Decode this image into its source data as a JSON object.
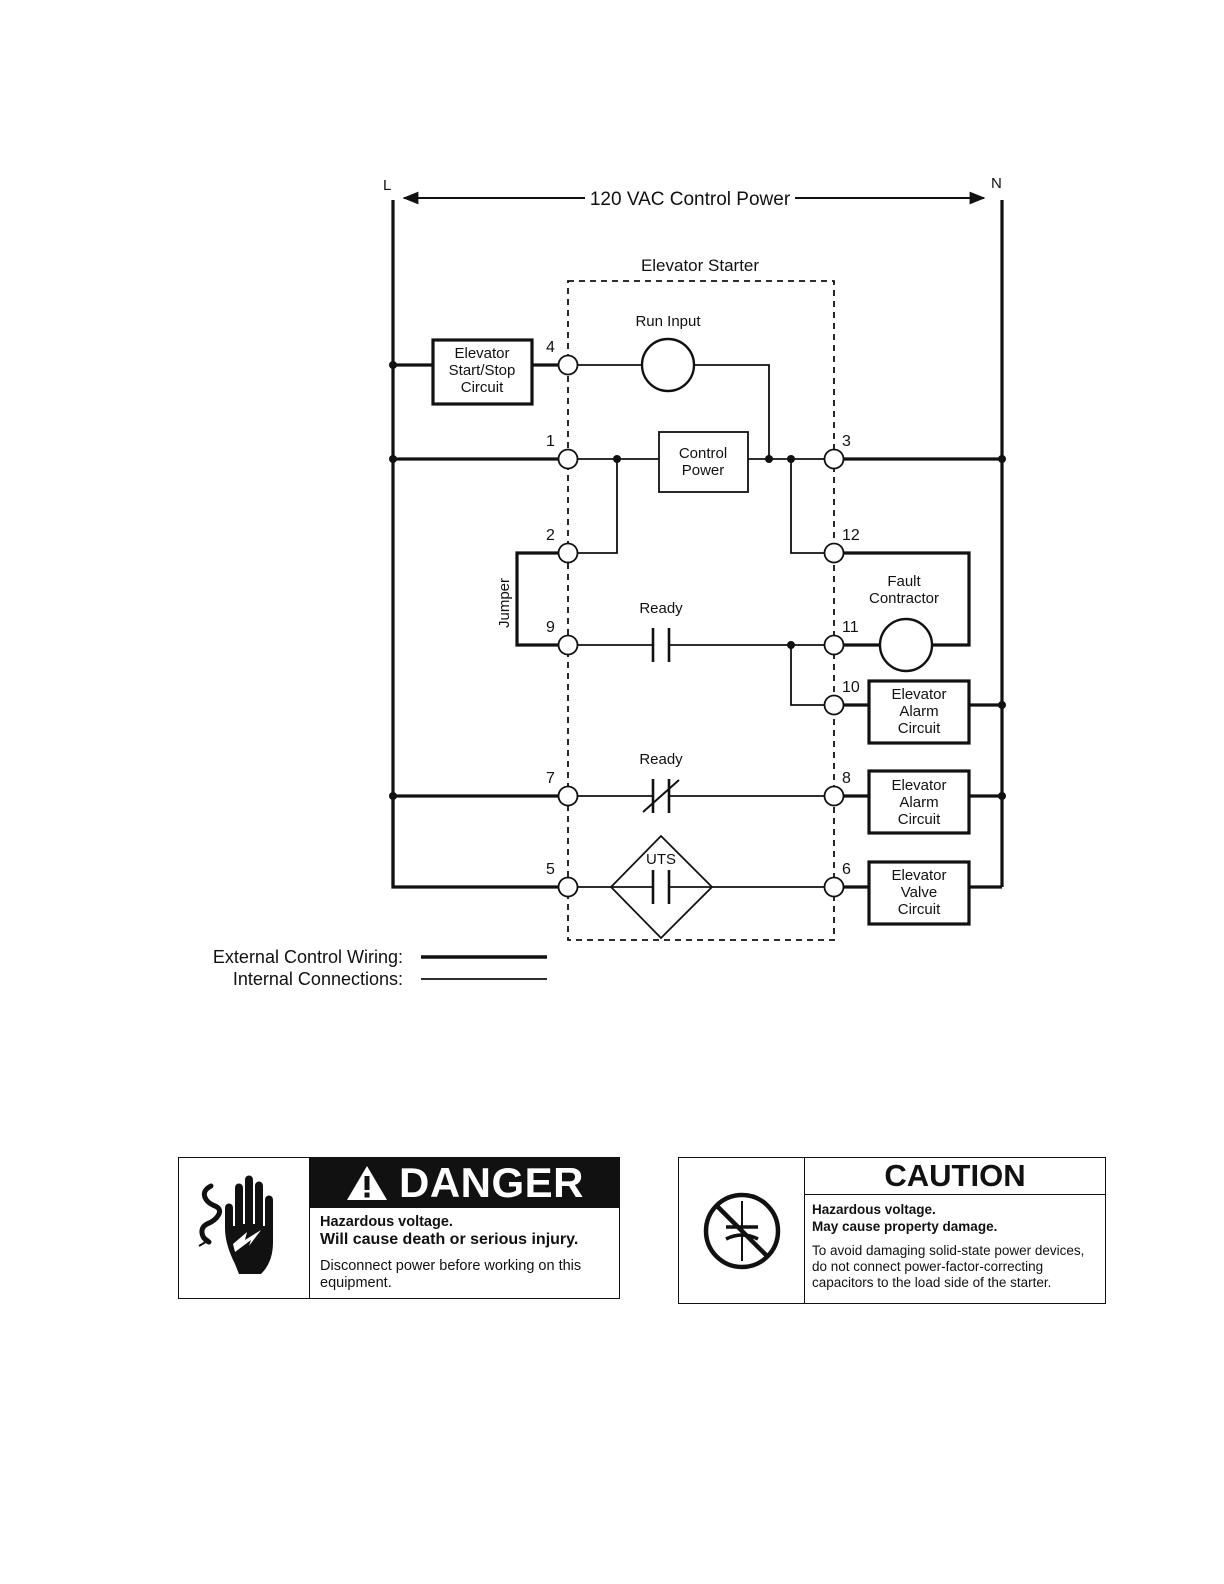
{
  "diagram": {
    "line_label": "L",
    "neutral_label": "N",
    "supply_label": "120 VAC Control Power",
    "starter_title": "Elevator Starter",
    "run_input_label": "Run Input",
    "start_stop_box": [
      "Elevator",
      "Start/Stop",
      "Circuit"
    ],
    "control_power_box": [
      "Control",
      "Power"
    ],
    "fault_contactor_label": [
      "Fault",
      "Contractor"
    ],
    "ready_no_label": "Ready",
    "ready_nc_label": "Ready",
    "uts_label": "UTS",
    "jumper_label": "Jumper",
    "alarm_box_1": [
      "Elevator",
      "Alarm",
      "Circuit"
    ],
    "alarm_box_2": [
      "Elevator",
      "Alarm",
      "Circuit"
    ],
    "valve_box": [
      "Elevator",
      "Valve",
      "Circuit"
    ],
    "terminals": {
      "t4": "4",
      "t1": "1",
      "t2": "2",
      "t9": "9",
      "t7": "7",
      "t5": "5",
      "t3": "3",
      "t12": "12",
      "t11": "11",
      "t10": "10",
      "t8": "8",
      "t6": "6"
    },
    "legend": {
      "external": "External Control Wiring:",
      "internal": "Internal Connections:"
    }
  },
  "danger": {
    "heading": "DANGER",
    "line1": "Hazardous voltage.",
    "line2": "Will cause death or serious injury.",
    "line3": "Disconnect power before working on this equipment.",
    "icon": "electric-shock-hand-icon"
  },
  "caution": {
    "heading": "CAUTION",
    "line1": "Hazardous voltage.",
    "line2": "May cause property damage.",
    "line3": "To avoid damaging solid-state power devices, do not connect power-factor-correcting capacitors to the load side of the starter.",
    "icon": "no-capacitor-icon"
  }
}
